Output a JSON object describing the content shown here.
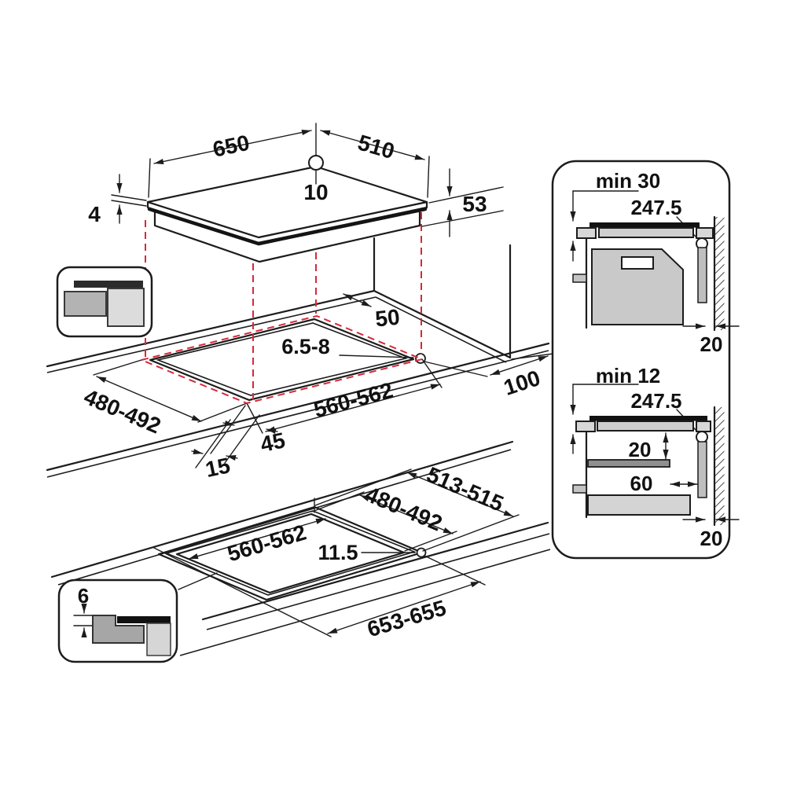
{
  "colors": {
    "line": "#1c1c1c",
    "projection_dash": "#d5293a"
  },
  "hob_view": {
    "width": "650",
    "depth": "510",
    "hole_offset": "10",
    "glass_thickness": "4",
    "body_depth": "53"
  },
  "cutout_view": {
    "rear_clearance": "50",
    "hole_diameter": "6.5-8",
    "side_clearance": "100",
    "depth": "480-492",
    "width": "560-562",
    "front_dim_a": "45",
    "front_dim_b": "15"
  },
  "flush_view": {
    "outer_depth": "513-515",
    "inner_depth": "480-492",
    "inner_width": "560-562",
    "corner_radius": "11.5",
    "outer_width": "653-655"
  },
  "flush_inset": {
    "rebate_depth": "6"
  },
  "clearance_panel": {
    "oven_case": {
      "min_clearance": "min 30",
      "half_width": "247.5",
      "wall_gap": "20"
    },
    "shelf_case": {
      "min_clearance": "min 12",
      "half_width": "247.5",
      "shelf_gap": "20",
      "shelf_offset": "60",
      "wall_gap": "20"
    }
  }
}
